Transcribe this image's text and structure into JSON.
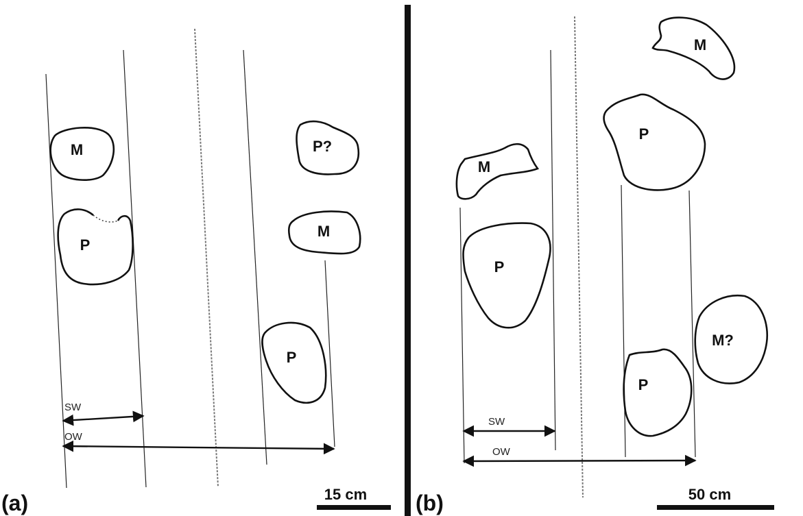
{
  "panels": [
    {
      "id": "a",
      "label": "(a)",
      "scale_label": "15 cm",
      "footprints": [
        {
          "text": "M"
        },
        {
          "text": "P"
        },
        {
          "text": "P?"
        },
        {
          "text": "M"
        },
        {
          "text": "P"
        }
      ],
      "sw_label": "SW",
      "ow_label": "OW"
    },
    {
      "id": "b",
      "label": "(b)",
      "scale_label": "50 cm",
      "footprints": [
        {
          "text": "M"
        },
        {
          "text": "P"
        },
        {
          "text": "M"
        },
        {
          "text": "P"
        },
        {
          "text": "M?"
        },
        {
          "text": "P"
        }
      ],
      "sw_label": "SW",
      "ow_label": "OW"
    }
  ]
}
